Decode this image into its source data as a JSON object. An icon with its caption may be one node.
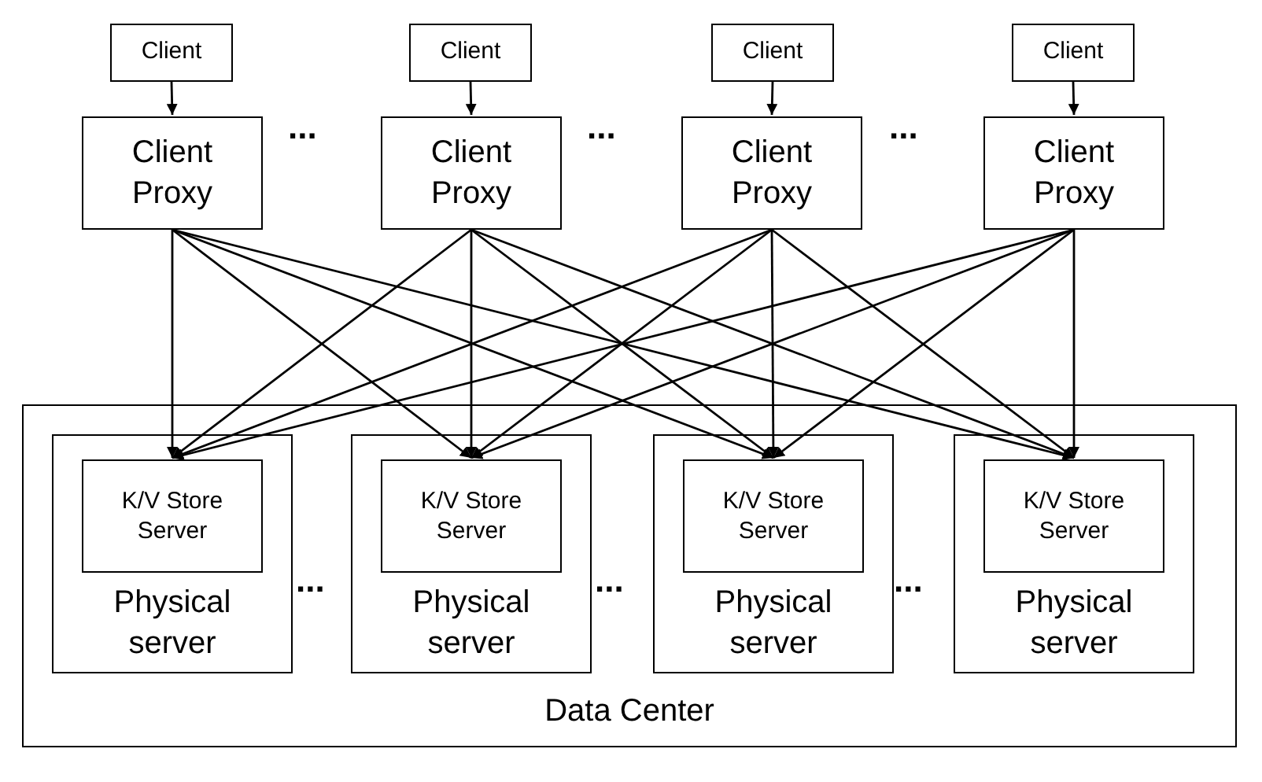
{
  "diagram": {
    "nodes": [
      {
        "text": [
          "Client"
        ]
      },
      {
        "text": [
          "Client"
        ]
      },
      {
        "text": [
          "Client"
        ]
      },
      {
        "text": [
          "Client"
        ]
      },
      {
        "text": [
          "Client Proxy"
        ]
      },
      {
        "text": [
          "Client Proxy"
        ]
      },
      {
        "text": [
          "Client Proxy"
        ]
      },
      {
        "text": [
          "Client Proxy"
        ]
      },
      {
        "text": [
          "Data Center"
        ]
      },
      {
        "text": [
          "Physical server"
        ],
        "in": 8
      },
      {
        "text": [
          "K/V Store Server"
        ],
        "in": 9
      },
      {
        "text": [
          "Physical server"
        ],
        "in": 8
      },
      {
        "text": [
          "K/V Store Server"
        ],
        "in": 11
      },
      {
        "text": [
          "Physical server"
        ],
        "in": 8
      },
      {
        "text": [
          "K/V Store Server"
        ],
        "in": 13
      },
      {
        "text": [
          "Physical server"
        ],
        "in": 8
      },
      {
        "text": [
          "K/V Store Server"
        ],
        "in": 15
      }
    ],
    "edges": [
      {
        "from": 0,
        "to": 4,
        "arrow": "to"
      },
      {
        "from": 1,
        "to": 5,
        "arrow": "to"
      },
      {
        "from": 2,
        "to": 6,
        "arrow": "to"
      },
      {
        "from": 3,
        "to": 7,
        "arrow": "to"
      },
      {
        "from": 4,
        "to": 10,
        "arrow": "to"
      },
      {
        "from": 4,
        "to": 12,
        "arrow": "to"
      },
      {
        "from": 4,
        "to": 14,
        "arrow": "to"
      },
      {
        "from": 4,
        "to": 16,
        "arrow": "to"
      },
      {
        "from": 5,
        "to": 10,
        "arrow": "to"
      },
      {
        "from": 5,
        "to": 12,
        "arrow": "to"
      },
      {
        "from": 5,
        "to": 14,
        "arrow": "to"
      },
      {
        "from": 5,
        "to": 16,
        "arrow": "to"
      },
      {
        "from": 6,
        "to": 10,
        "arrow": "to"
      },
      {
        "from": 6,
        "to": 12,
        "arrow": "to"
      },
      {
        "from": 6,
        "to": 14,
        "arrow": "to"
      },
      {
        "from": 6,
        "to": 16,
        "arrow": "to"
      },
      {
        "from": 7,
        "to": 10,
        "arrow": "to"
      },
      {
        "from": 7,
        "to": 12,
        "arrow": "to"
      },
      {
        "from": 7,
        "to": 14,
        "arrow": "to"
      },
      {
        "from": 7,
        "to": 16,
        "arrow": "to"
      }
    ],
    "labels": [
      "...",
      "...",
      "...",
      "...",
      "...",
      "..."
    ]
  }
}
